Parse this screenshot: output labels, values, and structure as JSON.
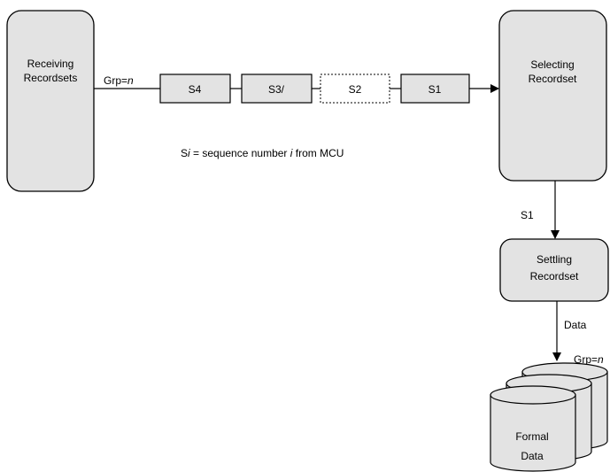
{
  "nodes": {
    "receiving": {
      "line1": "Receiving",
      "line2": "Recordsets"
    },
    "selecting": {
      "line1": "Selecting",
      "line2": "Recordset"
    },
    "settling": {
      "line1": "Settling",
      "line2": "Recordset"
    },
    "formal": {
      "line1": "Formal",
      "line2": "Data"
    }
  },
  "sequence": {
    "s4": "S4",
    "s3": "S3/",
    "s2": "S2",
    "s1": "S1"
  },
  "labels": {
    "grp_left_prefix": "Grp=",
    "grp_left_var": "n",
    "legend_prefix": "S",
    "legend_i1": "i",
    "legend_middle": " = sequence number ",
    "legend_i2": "i",
    "legend_suffix": " from MCU",
    "arrow_s1": "S1",
    "arrow_data": "Data",
    "grp_right_prefix": "Grp=",
    "grp_right_var": "n"
  }
}
